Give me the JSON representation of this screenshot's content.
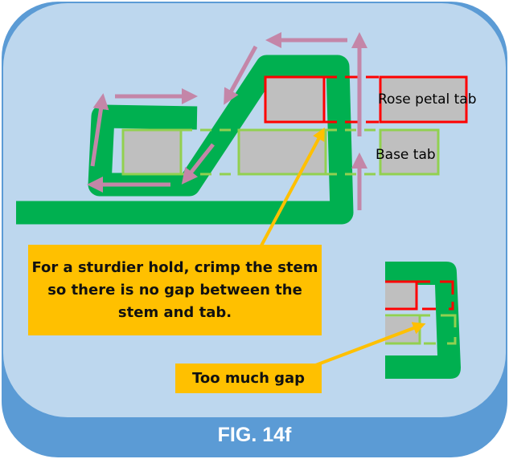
{
  "figure": {
    "title": "FIG. 14f",
    "labels": {
      "rose_petal_tab": "Rose petal tab",
      "base_tab": "Base tab"
    },
    "callouts": {
      "sturdier_hold": "For a sturdier hold, crimp the stem so there is no gap between the stem and tab.",
      "too_much_gap": "Too much gap"
    },
    "colors": {
      "frame": "#5b9bd5",
      "panel": "#bdd7ee",
      "stem": "#00b050",
      "rose_tab_border": "#ff0000",
      "base_tab_border": "#92d050",
      "tab_fill": "#bfbfbf",
      "motion_arrow": "#c486a8",
      "callout": "#ffc000"
    }
  }
}
